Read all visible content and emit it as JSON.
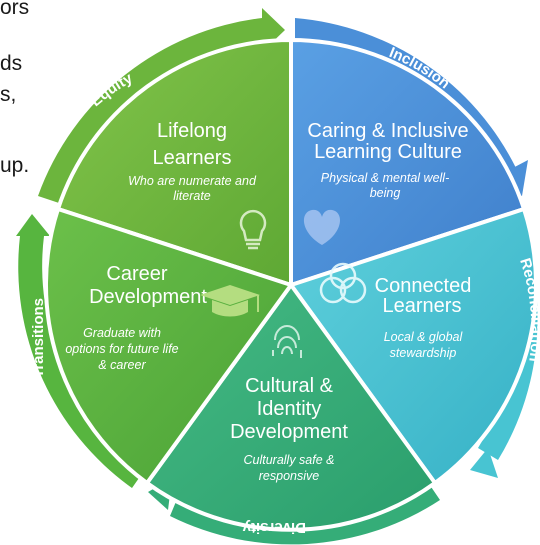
{
  "background_fragments": [
    "ors",
    "ds",
    "s,",
    "up."
  ],
  "colors": {
    "lifelong": "#6cb53d",
    "caring": "#4b8fd8",
    "connected": "#48c4d2",
    "cultural": "#35ad78",
    "career": "#57b53f"
  },
  "segments": {
    "lifelong": {
      "title_line1": "Lifelong",
      "title_line2": "Learners",
      "subtitle_line1": "Who are numerate and",
      "subtitle_line2": "literate",
      "icon": "lightbulb-icon"
    },
    "caring": {
      "title_line1": "Caring & Inclusive",
      "title_line2": "Learning Culture",
      "subtitle_line1": "Physical & mental well-",
      "subtitle_line2": "being",
      "icon": "heart-icon"
    },
    "connected": {
      "title_line1": "Connected",
      "title_line2": "Learners",
      "subtitle_line1": "Local & global",
      "subtitle_line2": "stewardship",
      "icon": "venn-circles-icon"
    },
    "cultural": {
      "title_line1": "Cultural &",
      "title_line2": "Identity",
      "title_line3": "Development",
      "subtitle_line1": "Culturally safe &",
      "subtitle_line2": "responsive",
      "icon": "fingerprint-icon"
    },
    "career": {
      "title_line1": "Career",
      "title_line2": "Development",
      "subtitle_line1": "Graduate with",
      "subtitle_line2": "options for future life",
      "subtitle_line3": "& career",
      "icon": "graduation-cap-icon"
    }
  },
  "arrows": {
    "equity": "Equity",
    "inclusion": "Inclusion",
    "reconciliation": "Reconciliation",
    "diversity": "Diversity",
    "transitions": "Transitions"
  }
}
